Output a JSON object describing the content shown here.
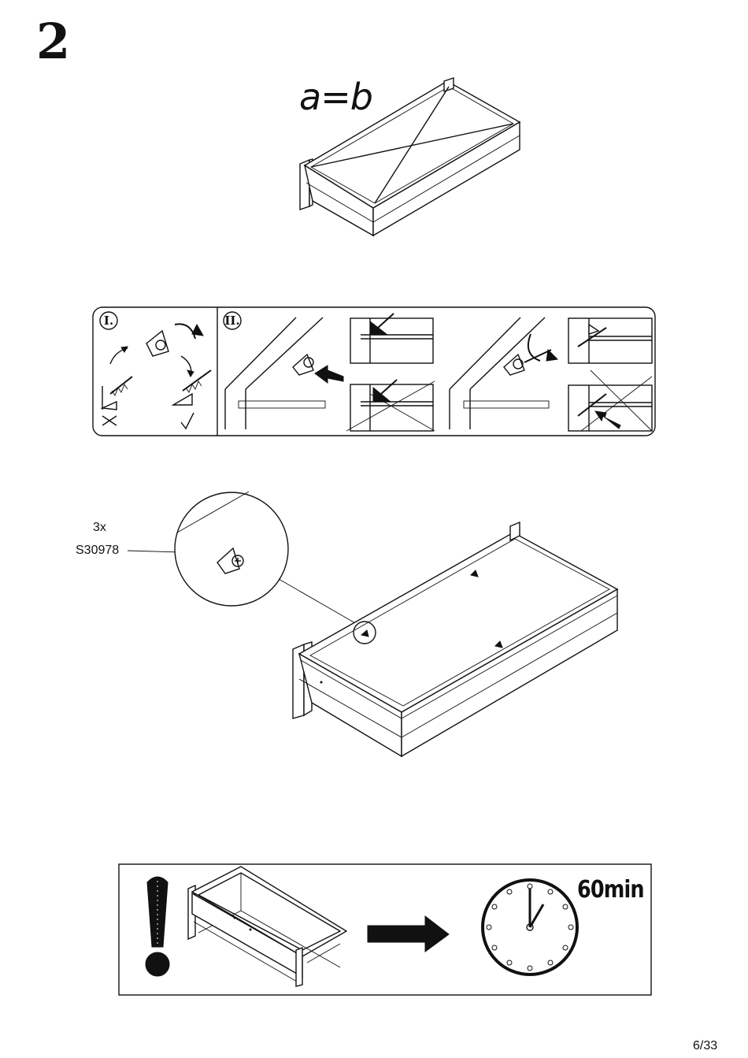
{
  "page": {
    "step_number": "2",
    "page_number": "6/33"
  },
  "square_check": {
    "equation": "a=b",
    "diagonal_a": "a",
    "diagonal_b": "b"
  },
  "bracket_panels": {
    "panel_1_label": "I.",
    "panel_2_label": "II."
  },
  "parts": {
    "quantity": "3x",
    "part_code": "S30978"
  },
  "warning_box": {
    "wait_time": "60min",
    "icons": [
      "exclamation-icon",
      "arrow-right-icon",
      "clock-icon"
    ]
  }
}
